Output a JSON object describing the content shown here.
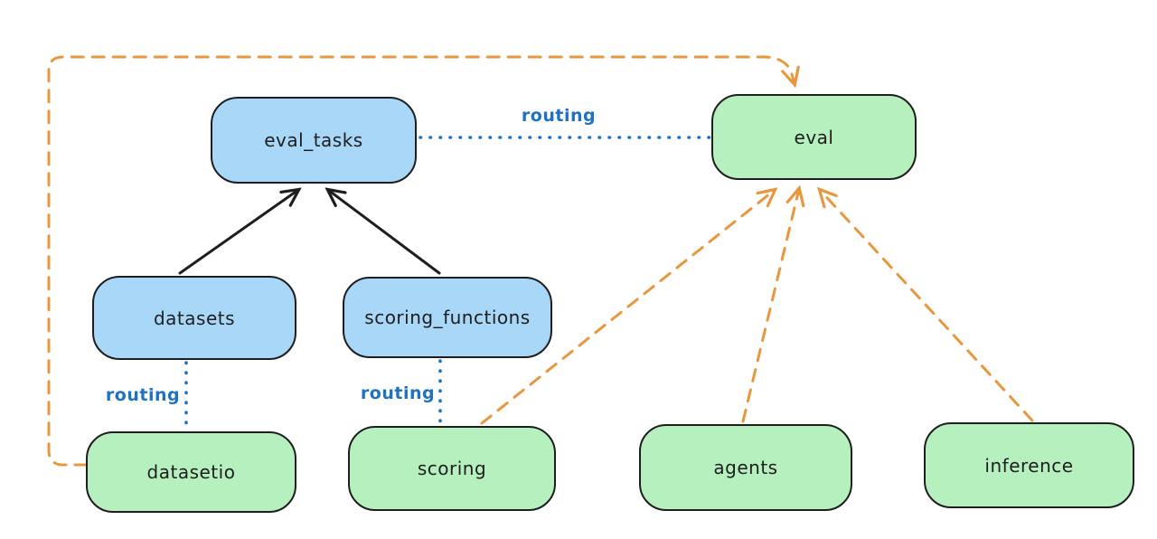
{
  "colors": {
    "background": "#ffffff",
    "blue_fill": "#a9d7f8",
    "green_fill": "#b7f0bf",
    "node_stroke": "#1e1e1e",
    "node_text": "#1e1e1e",
    "orange_edge": "#e8973f",
    "routing_blue": "#1f72c1"
  },
  "nodes": [
    {
      "id": "eval_tasks",
      "label": "eval_tasks",
      "color": "blue"
    },
    {
      "id": "eval",
      "label": "eval",
      "color": "green"
    },
    {
      "id": "datasets",
      "label": "datasets",
      "color": "blue"
    },
    {
      "id": "scoring_functions",
      "label": "scoring_functions",
      "color": "blue"
    },
    {
      "id": "datasetio",
      "label": "datasetio",
      "color": "green"
    },
    {
      "id": "scoring",
      "label": "scoring",
      "color": "green"
    },
    {
      "id": "agents",
      "label": "agents",
      "color": "green"
    },
    {
      "id": "inference",
      "label": "inference",
      "color": "green"
    }
  ],
  "edges": [
    {
      "from": "datasets",
      "to": "eval_tasks",
      "style": "solid_black_arrow"
    },
    {
      "from": "scoring_functions",
      "to": "eval_tasks",
      "style": "solid_black_arrow"
    },
    {
      "from": "eval_tasks",
      "to": "eval",
      "style": "dotted_blue",
      "label": "routing"
    },
    {
      "from": "datasets",
      "to": "datasetio",
      "style": "dotted_blue",
      "label": "routing"
    },
    {
      "from": "scoring_functions",
      "to": "scoring",
      "style": "dotted_blue",
      "label": "routing"
    },
    {
      "from": "datasetio",
      "to": "eval",
      "style": "dashed_orange_arrow"
    },
    {
      "from": "scoring",
      "to": "eval",
      "style": "dashed_orange_arrow"
    },
    {
      "from": "agents",
      "to": "eval",
      "style": "dashed_orange_arrow"
    },
    {
      "from": "inference",
      "to": "eval",
      "style": "dashed_orange_arrow"
    }
  ]
}
